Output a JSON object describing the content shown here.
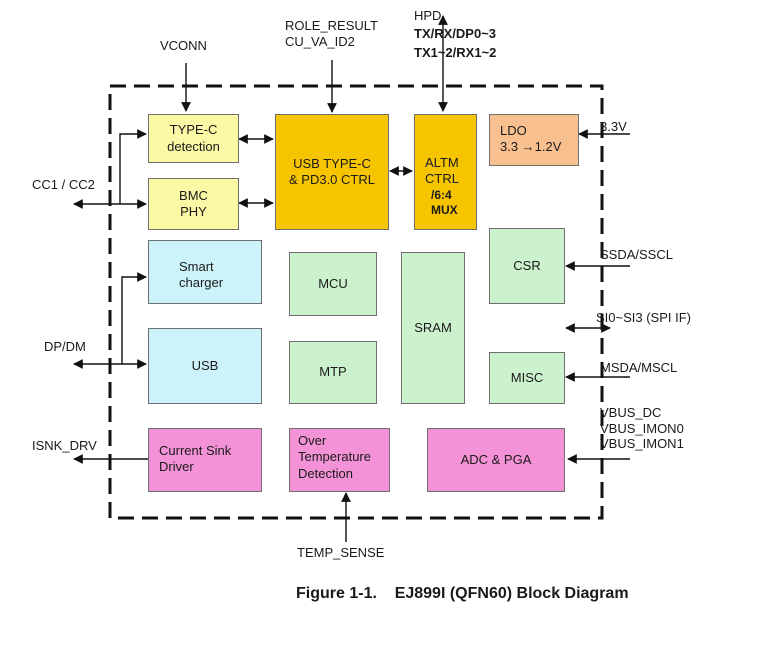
{
  "blocks": {
    "typec_detection": "TYPE-C\ndetection",
    "bmc_phy": "BMC\nPHY",
    "usb_pd_ctrl": "USB TYPE-C\n& PD3.0 CTRL",
    "altm_ctrl": "ALTM\nCTRL",
    "altm_mux": "/6:4\nMUX",
    "ldo": "LDO\n3.3 →1.2V",
    "smart_charger": "Smart\ncharger",
    "mcu": "MCU",
    "sram": "SRAM",
    "csr": "CSR",
    "usb": "USB",
    "mtp": "MTP",
    "misc": "MISC",
    "current_sink": "Current Sink\nDriver",
    "over_temp": "Over\nTemperature\nDetection",
    "adc_pga": "ADC & PGA"
  },
  "signals": {
    "vconn": "VCONN",
    "role_result": "ROLE_RESULT\nCU_VA_ID2",
    "hpd": "HPD",
    "tx_rx": "TX/RX/DP0~3\nTX1~2/RX1~2",
    "v33": "3.3V",
    "cc": "CC1 / CC2",
    "ssda": "SSDA/SSCL",
    "spi": "SI0~SI3 (SPI IF)",
    "dpdm": "DP/DM",
    "msda": "MSDA/MSCL",
    "vbus": "VBUS_DC\nVBUS_IMON0\nVBUS_IMON1",
    "isnk": "ISNK_DRV",
    "temp_sense": "TEMP_SENSE"
  },
  "caption": "Figure 1-1.    EJ899I (QFN60) Block Diagram"
}
